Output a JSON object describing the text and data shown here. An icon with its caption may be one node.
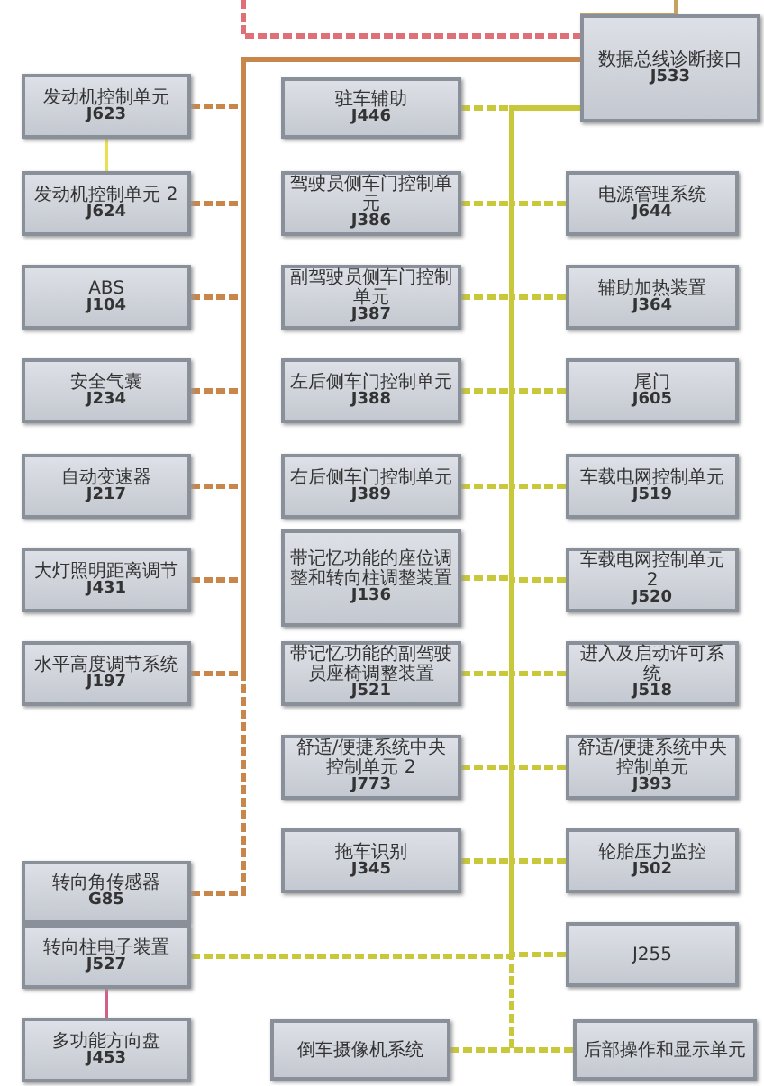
{
  "diagram": {
    "nodes": [
      {
        "text": [
          "数据总线诊断接口",
          "J533"
        ]
      },
      {
        "text": [
          "发动机控制单元",
          "J623"
        ]
      },
      {
        "text": [
          "发动机控制单元 2",
          "J624"
        ]
      },
      {
        "text": [
          "ABS",
          "J104"
        ]
      },
      {
        "text": [
          "安全气囊",
          "J234"
        ]
      },
      {
        "text": [
          "自动变速器",
          "J217"
        ]
      },
      {
        "text": [
          "大灯照明距离调节",
          "J431"
        ]
      },
      {
        "text": [
          "水平高度调节系统",
          "J197"
        ]
      },
      {
        "text": [
          "转向角传感器",
          "G85"
        ]
      },
      {
        "text": [
          "转向柱电子装置",
          "J527"
        ]
      },
      {
        "text": [
          "多功能方向盘",
          "J453"
        ]
      },
      {
        "text": [
          "驻车辅助",
          "J446"
        ]
      },
      {
        "text": [
          "驾驶员侧车门控制单元",
          "J386"
        ]
      },
      {
        "text": [
          "副驾驶员侧车门控制单元",
          "J387"
        ]
      },
      {
        "text": [
          "左后侧车门控制单元",
          "J388"
        ]
      },
      {
        "text": [
          "右后侧车门控制单元",
          "J389"
        ]
      },
      {
        "text": [
          "带记忆功能的座位调整和转向柱调整装置",
          "J136"
        ]
      },
      {
        "text": [
          "带记忆功能的副驾驶员座椅调整装置",
          "J521"
        ]
      },
      {
        "text": [
          "舒适/便捷系统中央控制单元 2",
          "J773"
        ]
      },
      {
        "text": [
          "拖车识别",
          "J345"
        ]
      },
      {
        "text": [
          "倒车摄像机系统"
        ]
      },
      {
        "text": [
          "电源管理系统",
          "J644"
        ]
      },
      {
        "text": [
          "辅助加热装置",
          "J364"
        ]
      },
      {
        "text": [
          "尾门",
          "J605"
        ]
      },
      {
        "text": [
          "车载电网控制单元",
          "J519"
        ]
      },
      {
        "text": [
          "车载电网控制单元 2",
          "J520"
        ]
      },
      {
        "text": [
          "进入及启动许可系统",
          "J518"
        ]
      },
      {
        "text": [
          "舒适/便捷系统中央控制单元",
          "J393"
        ]
      },
      {
        "text": [
          "轮胎压力监控",
          "J502"
        ]
      },
      {
        "text": [
          "J255"
        ]
      },
      {
        "text": [
          "后部操作和显示单元"
        ]
      }
    ],
    "edges": [
      {
        "from": null,
        "to": 0,
        "arrow": "none",
        "style": "dashed",
        "color": "#e07078"
      },
      {
        "from": null,
        "to": 0,
        "arrow": "none",
        "color": "#c8a060"
      },
      {
        "from": 1,
        "to": 2,
        "arrow": "none",
        "color": "#e8e050"
      },
      {
        "from": 1,
        "to": 0,
        "arrow": "none",
        "style": "dashed",
        "color": "#c8864a"
      },
      {
        "from": 2,
        "to": 0,
        "arrow": "none",
        "style": "dashed",
        "color": "#c8864a"
      },
      {
        "from": 3,
        "to": 0,
        "arrow": "none",
        "style": "dashed",
        "color": "#c8864a"
      },
      {
        "from": 4,
        "to": 0,
        "arrow": "none",
        "style": "dashed",
        "color": "#c8864a"
      },
      {
        "from": 5,
        "to": 0,
        "arrow": "none",
        "style": "dashed",
        "color": "#c8864a"
      },
      {
        "from": 6,
        "to": 0,
        "arrow": "none",
        "style": "dashed",
        "color": "#c8864a"
      },
      {
        "from": 7,
        "to": 0,
        "arrow": "none",
        "style": "dashed",
        "color": "#c8864a"
      },
      {
        "from": 8,
        "to": 0,
        "arrow": "none",
        "style": "dashed",
        "color": "#c8864a"
      },
      {
        "from": 9,
        "to": 10,
        "arrow": "none",
        "color": "#d0608a"
      },
      {
        "from": 9,
        "to": 0,
        "arrow": "none",
        "style": "dashed"
      },
      {
        "from": 11,
        "to": 0,
        "arrow": "none",
        "style": "dashed"
      },
      {
        "from": 12,
        "to": 0,
        "arrow": "none",
        "style": "dashed"
      },
      {
        "from": 13,
        "to": 0,
        "arrow": "none",
        "style": "dashed"
      },
      {
        "from": 14,
        "to": 0,
        "arrow": "none",
        "style": "dashed"
      },
      {
        "from": 15,
        "to": 0,
        "arrow": "none",
        "style": "dashed"
      },
      {
        "from": 16,
        "to": 0,
        "arrow": "none",
        "style": "dashed"
      },
      {
        "from": 17,
        "to": 0,
        "arrow": "none",
        "style": "dashed"
      },
      {
        "from": 18,
        "to": 0,
        "arrow": "none",
        "style": "dashed"
      },
      {
        "from": 19,
        "to": 0,
        "arrow": "none",
        "style": "dashed"
      },
      {
        "from": 20,
        "to": 0,
        "arrow": "none",
        "style": "dashed"
      },
      {
        "from": 21,
        "to": 0,
        "arrow": "none",
        "style": "dashed"
      },
      {
        "from": 22,
        "to": 0,
        "arrow": "none",
        "style": "dashed"
      },
      {
        "from": 23,
        "to": 0,
        "arrow": "none",
        "style": "dashed"
      },
      {
        "from": 24,
        "to": 0,
        "arrow": "none",
        "style": "dashed"
      },
      {
        "from": 25,
        "to": 0,
        "arrow": "none",
        "style": "dashed"
      },
      {
        "from": 26,
        "to": 0,
        "arrow": "none",
        "style": "dashed"
      },
      {
        "from": 27,
        "to": 0,
        "arrow": "none",
        "style": "dashed"
      },
      {
        "from": 28,
        "to": 0,
        "arrow": "none",
        "style": "dashed"
      },
      {
        "from": 29,
        "to": 0,
        "arrow": "none",
        "style": "dashed"
      },
      {
        "from": 30,
        "to": 0,
        "arrow": "none",
        "style": "dashed"
      }
    ]
  }
}
